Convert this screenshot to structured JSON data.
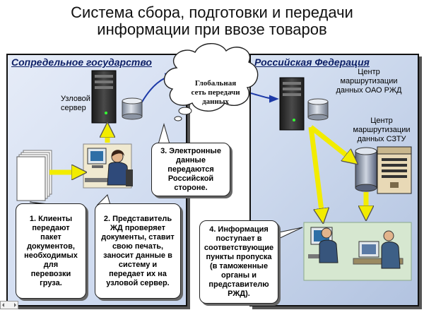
{
  "title": {
    "line1": "Система сбора, подготовки и передачи",
    "line2": "информации при ввозе товаров"
  },
  "left_panel": {
    "heading": "Сопредельное государство",
    "server_label": [
      "Узловой",
      "сервер"
    ]
  },
  "right_panel": {
    "heading": "Российская Федерация",
    "center_rzd": [
      "Центр",
      "маршрутизации",
      "данных ОАО РЖД"
    ],
    "center_sztu": [
      "Центр",
      "маршрутизации",
      "данных СЗТУ"
    ]
  },
  "cloud": {
    "lines": [
      "Глобальная",
      "сеть передачи",
      "данных"
    ]
  },
  "callouts": {
    "c1": [
      "1. Клиенты",
      "передают",
      "пакет",
      "документов,",
      "необходимых",
      "для",
      "перевозки",
      "груза."
    ],
    "c2": [
      "2. Представитель",
      "ЖД проверяет",
      "документы, ставит",
      "свою печать,",
      "заносит данные в",
      "систему и",
      "передает их на",
      "узловой сервер."
    ],
    "c3": [
      "3. Электронные",
      "данные",
      "передаются",
      "Российской",
      "стороне."
    ],
    "c4": [
      "4. Информация",
      "поступает в",
      "соответствующие",
      "пункты пропуска",
      "(в таможенные",
      "органы и",
      "представителю",
      "РЖД)."
    ]
  },
  "colors": {
    "arrow_yellow": "#f2ec00",
    "arrow_blue": "#1d3aa8",
    "heading_navy": "#0d1f66"
  }
}
